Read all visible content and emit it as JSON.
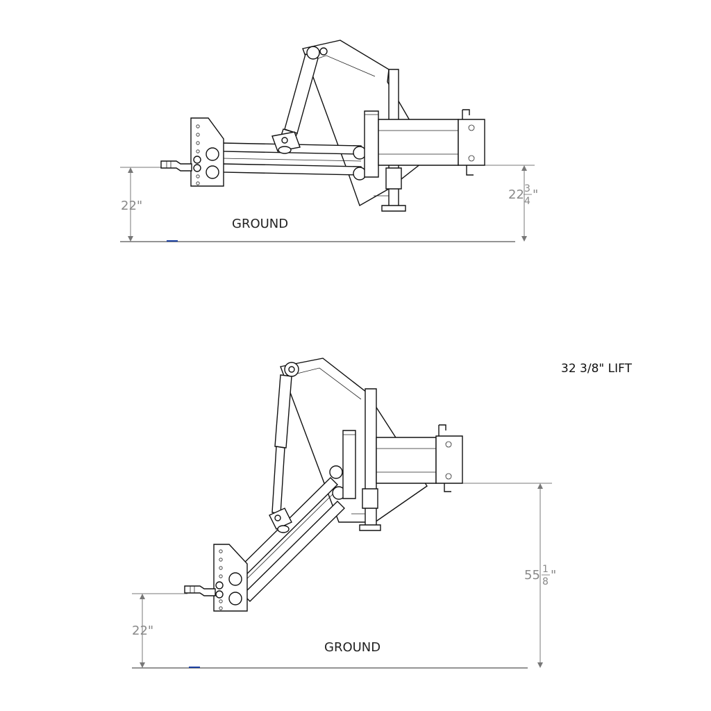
{
  "top_view": {
    "ground_label": "GROUND",
    "hitch_height": "22\"",
    "rear_height_whole": "22",
    "rear_height_num": "3",
    "rear_height_den": "4",
    "rear_height_inch": "\""
  },
  "bottom_view": {
    "lift_label": "32 3/8\" LIFT",
    "ground_label": "GROUND",
    "hitch_height": "22\"",
    "rear_height_whole": "55",
    "rear_height_num": "1",
    "rear_height_den": "8",
    "rear_height_inch": "\""
  },
  "colors": {
    "line": "#111111",
    "dimension": "#777777",
    "marker": "#1a3fa0"
  }
}
